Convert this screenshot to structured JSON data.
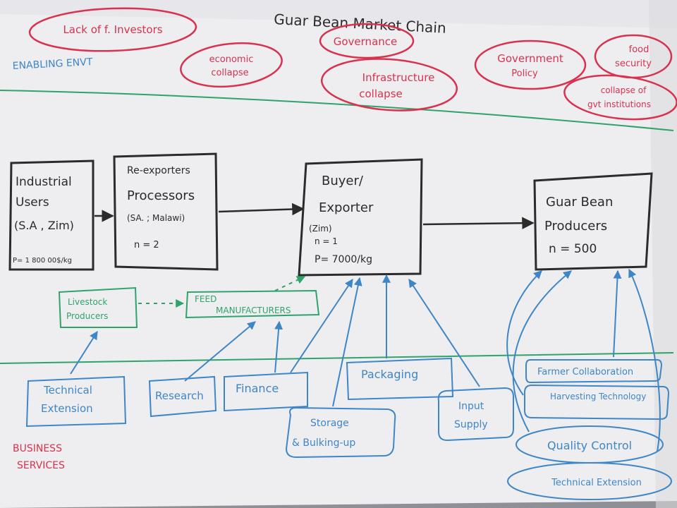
{
  "title": "Guar Bean Market Chain",
  "sections": {
    "enabling_environment": "ENABLING ENVT",
    "business_services": [
      "BUSINESS",
      "SERVICES"
    ]
  },
  "enabling_factors": [
    {
      "lines": [
        "Lack of f. Investors"
      ]
    },
    {
      "lines": [
        "economic",
        "collapse"
      ]
    },
    {
      "lines": [
        "Governance"
      ]
    },
    {
      "lines": [
        "Infrastructure",
        "collapse"
      ]
    },
    {
      "lines": [
        "Government",
        "Policy"
      ]
    },
    {
      "lines": [
        "food",
        "security"
      ]
    },
    {
      "lines": [
        "collapse of",
        "gvt institutions"
      ]
    }
  ],
  "actors": {
    "industrial_users": {
      "lines": [
        "Industrial",
        "Users",
        "(S.A , Zim)"
      ],
      "price": "P= 1 800 00$/kg"
    },
    "processors": {
      "lines": [
        "Re-exporters",
        "Processors",
        "(SA. ; Malawi)"
      ],
      "n": "n = 2"
    },
    "buyer_exporter": {
      "lines": [
        "Buyer/",
        "Exporter",
        "(Zim)"
      ],
      "n": "n = 1",
      "price": "P= 7000/kg"
    },
    "producers": {
      "lines": [
        "Guar Bean",
        "Producers"
      ],
      "n": "n = 500"
    }
  },
  "intermediaries": {
    "livestock": {
      "lines": [
        "Livestock",
        "Producers"
      ]
    },
    "feed": {
      "lines": [
        "FEED",
        "MANUFACTURERS"
      ]
    }
  },
  "business_services": [
    {
      "lines": [
        "Technical",
        "Extension"
      ]
    },
    {
      "lines": [
        "Research"
      ]
    },
    {
      "lines": [
        "Finance"
      ]
    },
    {
      "lines": [
        "Packaging"
      ]
    },
    {
      "lines": [
        "Storage",
        "& Bulking-up"
      ]
    },
    {
      "lines": [
        "Input",
        "Supply"
      ]
    },
    {
      "lines": [
        "Farmer Collaboration"
      ]
    },
    {
      "lines": [
        "Harvesting Technology"
      ]
    },
    {
      "lines": [
        "Quality Control"
      ]
    },
    {
      "lines": [
        "Technical Extension"
      ]
    }
  ],
  "colors": {
    "red": "#d8324f",
    "blue": "#3f86c6",
    "green": "#2fa36a",
    "black": "#2b2b2b",
    "paper": "#f1f1f3"
  }
}
